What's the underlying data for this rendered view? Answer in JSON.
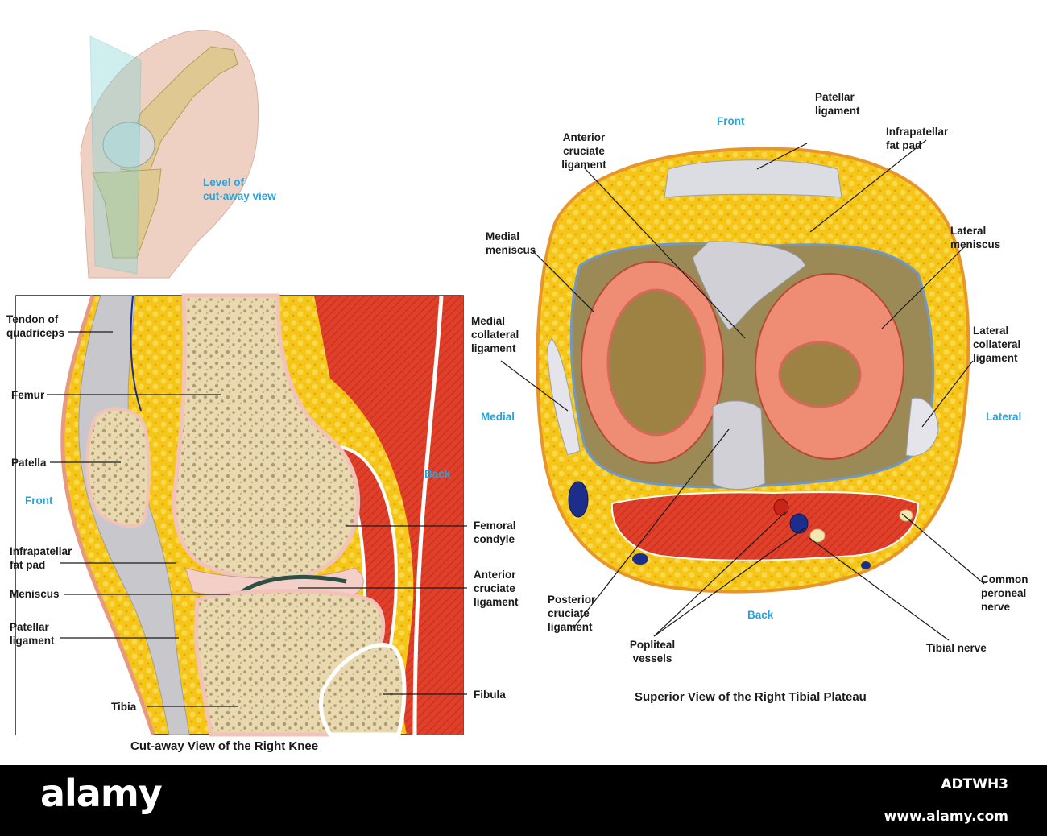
{
  "illustration": {
    "inset": {
      "level_label": "Level of\ncut-away view"
    },
    "sagittal": {
      "caption": "Cut-away View of the Right Knee",
      "direction_front": "Front",
      "direction_back": "Back",
      "labels": {
        "tendon_quadriceps": "Tendon of\nquadriceps",
        "femur": "Femur",
        "patella": "Patella",
        "infrapatellar_fat_pad": "Infrapatellar\nfat pad",
        "meniscus": "Meniscus",
        "patellar_ligament": "Patellar\nligament",
        "tibia": "Tibia",
        "femoral_condyle": "Femoral\ncondyle",
        "anterior_cruciate": "Anterior\ncruciate\nligament",
        "fibula": "Fibula"
      }
    },
    "plateau": {
      "caption": "Superior View of the Right Tibial Plateau",
      "direction_front": "Front",
      "direction_back": "Back",
      "direction_medial": "Medial",
      "direction_lateral": "Lateral",
      "labels": {
        "patellar_ligament": "Patellar\nligament",
        "infrapatellar_fat_pad": "Infrapatellar\nfat pad",
        "anterior_cruciate": "Anterior\ncruciate\nligament",
        "medial_meniscus": "Medial\nmeniscus",
        "lateral_meniscus": "Lateral\nmeniscus",
        "medial_collateral": "Medial\ncollateral\nligament",
        "lateral_collateral": "Lateral\ncollateral\nligament",
        "posterior_cruciate": "Posterior\ncruciate\nligament",
        "popliteal_vessels": "Popliteal\nvessels",
        "tibial_nerve": "Tibial nerve",
        "common_peroneal": "Common\nperoneal\nnerve"
      }
    },
    "colors": {
      "bone": "#e8d9b0",
      "cartilage": "#f3cfc8",
      "fat": "#f5c518",
      "muscle": "#e0402a",
      "ligament": "#c8c8cc",
      "label_blue": "#2aa3dc"
    }
  },
  "footer": {
    "brand": "alamy",
    "image_id": "ADTWH3",
    "url": "www.alamy.com"
  }
}
